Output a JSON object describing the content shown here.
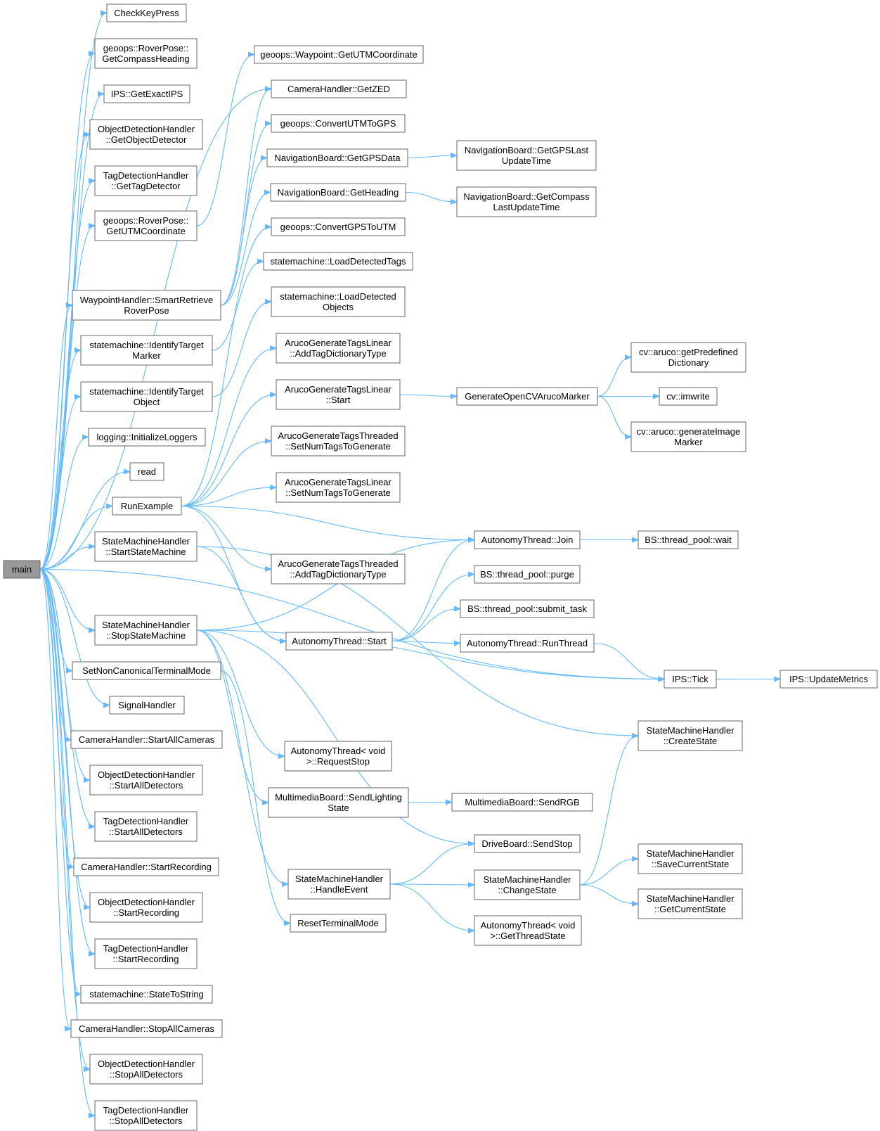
{
  "diagram": {
    "type": "call-graph",
    "colors": {
      "edge": "#63b8ff",
      "node_border": "#666666",
      "root_fill": "#999999",
      "node_fill": "#ffffff"
    },
    "root": "main",
    "nodes": [
      {
        "id": "main",
        "lines": [
          "main"
        ]
      },
      {
        "id": "checkkeypress",
        "lines": [
          "CheckKeyPress"
        ]
      },
      {
        "id": "rp_compass",
        "lines": [
          "geoops::RoverPose::",
          "GetCompassHeading"
        ]
      },
      {
        "id": "ips_getexact",
        "lines": [
          "IPS::GetExactIPS"
        ]
      },
      {
        "id": "odh_getobj",
        "lines": [
          "ObjectDetectionHandler",
          "::GetObjectDetector"
        ]
      },
      {
        "id": "tdh_gettag",
        "lines": [
          "TagDetectionHandler",
          "::GetTagDetector"
        ]
      },
      {
        "id": "rp_utm",
        "lines": [
          "geoops::RoverPose::",
          "GetUTMCoordinate"
        ]
      },
      {
        "id": "wh_smart",
        "lines": [
          "WaypointHandler::SmartRetrieve",
          "RoverPose"
        ]
      },
      {
        "id": "sm_idmarker",
        "lines": [
          "statemachine::IdentifyTarget",
          "Marker"
        ]
      },
      {
        "id": "sm_idobject",
        "lines": [
          "statemachine::IdentifyTarget",
          "Object"
        ]
      },
      {
        "id": "log_init",
        "lines": [
          "logging::InitializeLoggers"
        ]
      },
      {
        "id": "read",
        "lines": [
          "read"
        ]
      },
      {
        "id": "runexample",
        "lines": [
          "RunExample"
        ]
      },
      {
        "id": "smh_startsm",
        "lines": [
          "StateMachineHandler",
          "::StartStateMachine"
        ]
      },
      {
        "id": "smh_stopsm",
        "lines": [
          "StateMachineHandler",
          "::StopStateMachine"
        ]
      },
      {
        "id": "setnoncanon",
        "lines": [
          "SetNonCanonicalTerminalMode"
        ]
      },
      {
        "id": "signalhandler",
        "lines": [
          "SignalHandler"
        ]
      },
      {
        "id": "ch_startall",
        "lines": [
          "CameraHandler::StartAllCameras"
        ]
      },
      {
        "id": "odh_startall",
        "lines": [
          "ObjectDetectionHandler",
          "::StartAllDetectors"
        ]
      },
      {
        "id": "tdh_startall",
        "lines": [
          "TagDetectionHandler",
          "::StartAllDetectors"
        ]
      },
      {
        "id": "ch_startrec",
        "lines": [
          "CameraHandler::StartRecording"
        ]
      },
      {
        "id": "odh_startrec",
        "lines": [
          "ObjectDetectionHandler",
          "::StartRecording"
        ]
      },
      {
        "id": "tdh_startrec",
        "lines": [
          "TagDetectionHandler",
          "::StartRecording"
        ]
      },
      {
        "id": "sm_statetostr",
        "lines": [
          "statemachine::StateToString"
        ]
      },
      {
        "id": "ch_stopall",
        "lines": [
          "CameraHandler::StopAllCameras"
        ]
      },
      {
        "id": "odh_stopall",
        "lines": [
          "ObjectDetectionHandler",
          "::StopAllDetectors"
        ]
      },
      {
        "id": "tdh_stopall",
        "lines": [
          "TagDetectionHandler",
          "::StopAllDetectors"
        ]
      },
      {
        "id": "wp_getutm",
        "lines": [
          "geoops::Waypoint::GetUTMCoordinate"
        ]
      },
      {
        "id": "ch_getzed",
        "lines": [
          "CameraHandler::GetZED"
        ]
      },
      {
        "id": "conv_utm2gps",
        "lines": [
          "geoops::ConvertUTMToGPS"
        ]
      },
      {
        "id": "nb_getgps",
        "lines": [
          "NavigationBoard::GetGPSData"
        ]
      },
      {
        "id": "nb_getheading",
        "lines": [
          "NavigationBoard::GetHeading"
        ]
      },
      {
        "id": "conv_gps2utm",
        "lines": [
          "geoops::ConvertGPSToUTM"
        ]
      },
      {
        "id": "sm_loadtags",
        "lines": [
          "statemachine::LoadDetectedTags"
        ]
      },
      {
        "id": "sm_loadobjs",
        "lines": [
          "statemachine::LoadDetected",
          "Objects"
        ]
      },
      {
        "id": "agtl_adddict",
        "lines": [
          "ArucoGenerateTagsLinear",
          "::AddTagDictionaryType"
        ]
      },
      {
        "id": "agtl_start",
        "lines": [
          "ArucoGenerateTagsLinear",
          "::Start"
        ]
      },
      {
        "id": "agtt_setnum",
        "lines": [
          "ArucoGenerateTagsThreaded",
          "::SetNumTagsToGenerate"
        ]
      },
      {
        "id": "agtl_setnum",
        "lines": [
          "ArucoGenerateTagsLinear",
          "::SetNumTagsToGenerate"
        ]
      },
      {
        "id": "agtt_adddict",
        "lines": [
          "ArucoGenerateTagsThreaded",
          "::AddTagDictionaryType"
        ]
      },
      {
        "id": "at_start",
        "lines": [
          "AutonomyThread::Start"
        ]
      },
      {
        "id": "at_reqstop",
        "lines": [
          "AutonomyThread< void",
          ">::RequestStop"
        ]
      },
      {
        "id": "mb_sendlight",
        "lines": [
          "MultimediaBoard::SendLighting",
          "State"
        ]
      },
      {
        "id": "smh_handle",
        "lines": [
          "StateMachineHandler",
          "::HandleEvent"
        ]
      },
      {
        "id": "resetterm",
        "lines": [
          "ResetTerminalMode"
        ]
      },
      {
        "id": "nb_gpslast",
        "lines": [
          "NavigationBoard::GetGPSLast",
          "UpdateTime"
        ]
      },
      {
        "id": "nb_compasslast",
        "lines": [
          "NavigationBoard::GetCompass",
          "LastUpdateTime"
        ]
      },
      {
        "id": "genarucomarker",
        "lines": [
          "GenerateOpenCVArucoMarker"
        ]
      },
      {
        "id": "at_join",
        "lines": [
          "AutonomyThread::Join"
        ]
      },
      {
        "id": "bs_purge",
        "lines": [
          "BS::thread_pool::purge"
        ]
      },
      {
        "id": "bs_submit",
        "lines": [
          "BS::thread_pool::submit_task"
        ]
      },
      {
        "id": "at_runthread",
        "lines": [
          "AutonomyThread::RunThread"
        ]
      },
      {
        "id": "mb_sendrgb",
        "lines": [
          "MultimediaBoard::SendRGB"
        ]
      },
      {
        "id": "db_sendstop",
        "lines": [
          "DriveBoard::SendStop"
        ]
      },
      {
        "id": "smh_change",
        "lines": [
          "StateMachineHandler",
          "::ChangeState"
        ]
      },
      {
        "id": "at_getstate",
        "lines": [
          "AutonomyThread< void",
          ">::GetThreadState"
        ]
      },
      {
        "id": "cv_predef",
        "lines": [
          "cv::aruco::getPredefined",
          "Dictionary"
        ]
      },
      {
        "id": "cv_imwrite",
        "lines": [
          "cv::imwrite"
        ]
      },
      {
        "id": "cv_genimg",
        "lines": [
          "cv::aruco::generateImage",
          "Marker"
        ]
      },
      {
        "id": "bs_wait",
        "lines": [
          "BS::thread_pool::wait"
        ]
      },
      {
        "id": "ips_tick",
        "lines": [
          "IPS::Tick"
        ]
      },
      {
        "id": "smh_create",
        "lines": [
          "StateMachineHandler",
          "::CreateState"
        ]
      },
      {
        "id": "smh_save",
        "lines": [
          "StateMachineHandler",
          "::SaveCurrentState"
        ]
      },
      {
        "id": "smh_getcur",
        "lines": [
          "StateMachineHandler",
          "::GetCurrentState"
        ]
      },
      {
        "id": "ips_update",
        "lines": [
          "IPS::UpdateMetrics"
        ]
      }
    ],
    "edges": [
      [
        "main",
        "checkkeypress"
      ],
      [
        "main",
        "rp_compass"
      ],
      [
        "main",
        "ips_getexact"
      ],
      [
        "main",
        "odh_getobj"
      ],
      [
        "main",
        "tdh_gettag"
      ],
      [
        "main",
        "rp_utm"
      ],
      [
        "main",
        "ch_getzed"
      ],
      [
        "main",
        "wh_smart"
      ],
      [
        "main",
        "sm_idmarker"
      ],
      [
        "main",
        "sm_idobject"
      ],
      [
        "main",
        "log_init"
      ],
      [
        "main",
        "read"
      ],
      [
        "main",
        "runexample"
      ],
      [
        "main",
        "smh_startsm"
      ],
      [
        "main",
        "ips_tick"
      ],
      [
        "main",
        "smh_stopsm"
      ],
      [
        "main",
        "setnoncanon"
      ],
      [
        "main",
        "signalhandler"
      ],
      [
        "main",
        "ch_startall"
      ],
      [
        "main",
        "odh_startall"
      ],
      [
        "main",
        "tdh_startall"
      ],
      [
        "main",
        "ch_startrec"
      ],
      [
        "main",
        "odh_startrec"
      ],
      [
        "main",
        "tdh_startrec"
      ],
      [
        "main",
        "sm_statetostr"
      ],
      [
        "main",
        "ch_stopall"
      ],
      [
        "main",
        "odh_stopall"
      ],
      [
        "main",
        "tdh_stopall"
      ],
      [
        "rp_utm",
        "wp_getutm"
      ],
      [
        "wh_smart",
        "ch_getzed"
      ],
      [
        "wh_smart",
        "conv_utm2gps"
      ],
      [
        "wh_smart",
        "nb_getgps"
      ],
      [
        "wh_smart",
        "nb_getheading"
      ],
      [
        "sm_idmarker",
        "sm_loadtags"
      ],
      [
        "sm_idobject",
        "sm_loadobjs"
      ],
      [
        "runexample",
        "conv_gps2utm"
      ],
      [
        "runexample",
        "agtl_adddict"
      ],
      [
        "runexample",
        "agtl_start"
      ],
      [
        "runexample",
        "agtt_setnum"
      ],
      [
        "runexample",
        "agtl_setnum"
      ],
      [
        "runexample",
        "agtt_adddict"
      ],
      [
        "runexample",
        "at_join"
      ],
      [
        "runexample",
        "at_start"
      ],
      [
        "smh_startsm",
        "at_start"
      ],
      [
        "smh_startsm",
        "smh_create"
      ],
      [
        "smh_stopsm",
        "at_join"
      ],
      [
        "smh_stopsm",
        "at_reqstop"
      ],
      [
        "smh_stopsm",
        "mb_sendlight"
      ],
      [
        "smh_stopsm",
        "db_sendstop"
      ],
      [
        "smh_stopsm",
        "smh_handle"
      ],
      [
        "smh_stopsm",
        "ips_tick"
      ],
      [
        "setnoncanon",
        "resetterm"
      ],
      [
        "nb_getgps",
        "nb_gpslast"
      ],
      [
        "nb_getheading",
        "nb_compasslast"
      ],
      [
        "agtl_start",
        "genarucomarker"
      ],
      [
        "genarucomarker",
        "cv_predef"
      ],
      [
        "genarucomarker",
        "cv_imwrite"
      ],
      [
        "genarucomarker",
        "cv_genimg"
      ],
      [
        "at_join",
        "bs_wait"
      ],
      [
        "at_start",
        "at_join"
      ],
      [
        "at_start",
        "bs_purge"
      ],
      [
        "at_start",
        "bs_submit"
      ],
      [
        "at_start",
        "at_runthread"
      ],
      [
        "at_runthread",
        "ips_tick"
      ],
      [
        "ips_tick",
        "ips_update"
      ],
      [
        "mb_sendlight",
        "mb_sendrgb"
      ],
      [
        "smh_handle",
        "db_sendstop"
      ],
      [
        "smh_handle",
        "smh_change"
      ],
      [
        "smh_handle",
        "at_getstate"
      ],
      [
        "smh_change",
        "smh_create"
      ],
      [
        "smh_change",
        "smh_save"
      ],
      [
        "smh_change",
        "smh_getcur"
      ]
    ]
  }
}
